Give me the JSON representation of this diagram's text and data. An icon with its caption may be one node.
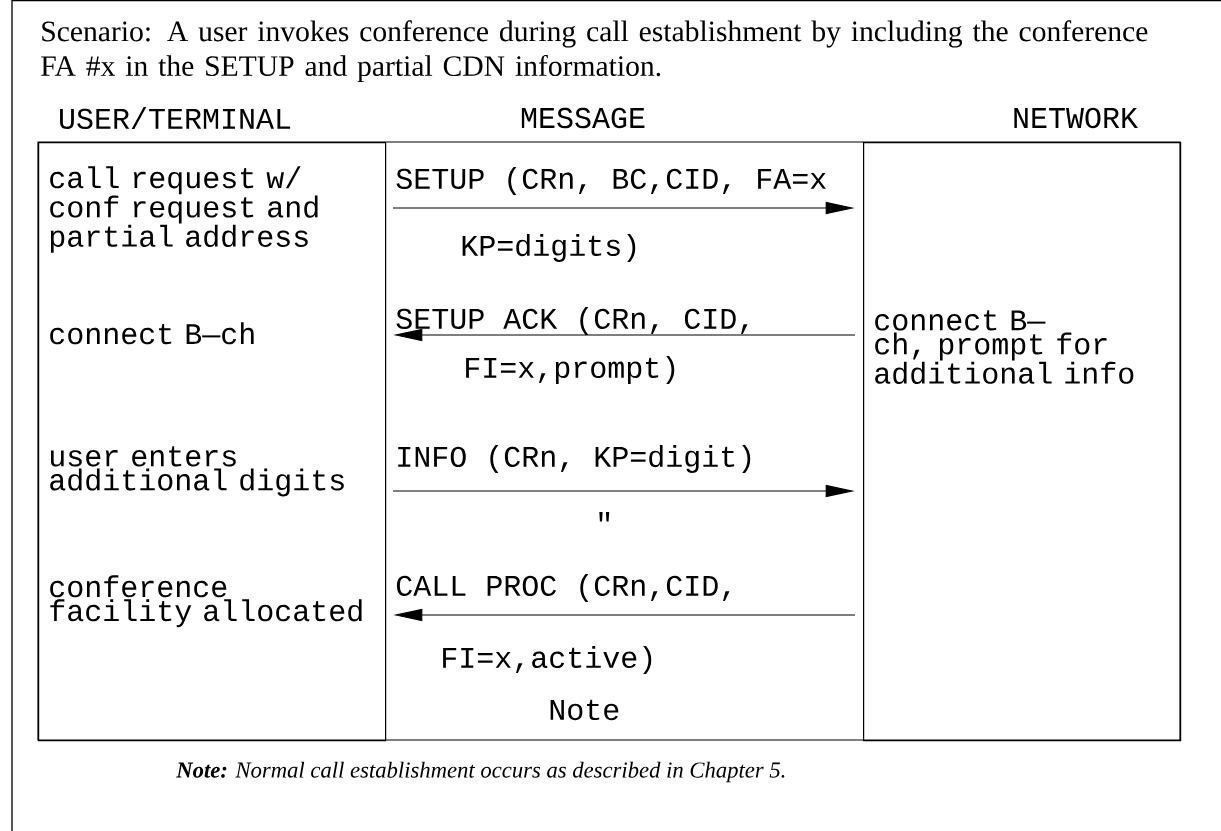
{
  "diagram": {
    "title": "Scenario: A user invokes conference during call establishment by including the conference FA #x in the SETUP and partial CDN information.",
    "caption": "**Note:** Normal call establishment occurs as described in Chapter 5.",
    "nodes": [
      {
        "text": [
          "USER/TERMINAL",
          "call request w/ conf request and partial address",
          "connect B—ch",
          "user enters additional digits",
          "conference facility allocated"
        ]
      },
      {
        "text": [
          "NETWORK",
          "connect B—ch, prompt for additional info"
        ]
      }
    ],
    "edges": [
      {
        "from": 0,
        "to": 1,
        "arrow": "to"
      },
      {
        "from": 1,
        "to": 0,
        "arrow": "to"
      },
      {
        "from": 0,
        "to": 1,
        "arrow": "to"
      },
      {
        "from": 1,
        "to": 0,
        "arrow": "to"
      }
    ],
    "labels": [
      "MESSAGE",
      "SETUP (CRn, BC,CID, FA=x",
      "KP=digits)",
      "SETUP ACK (CRn, CID,",
      "FI=x,prompt)",
      "INFO (CRn, KP=digit)",
      "\"",
      "CALL PROC (CRn,CID,",
      "FI=x,active)",
      "Note"
    ]
  }
}
